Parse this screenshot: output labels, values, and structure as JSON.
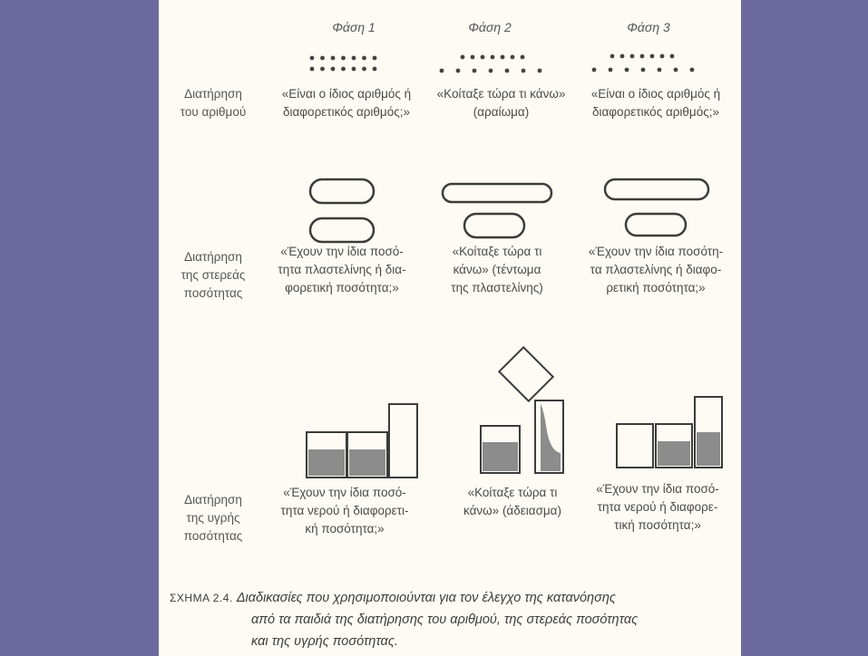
{
  "phases": [
    "Φάση 1",
    "Φάση 2",
    "Φάση 3"
  ],
  "rows": [
    {
      "label": [
        "Διατήρηση",
        "του αριθμού"
      ],
      "phase1": [
        "«Είναι ο ίδιος αριθμός ή",
        "διαφορετικός αριθμός;»"
      ],
      "phase2": [
        "«Κοίταξε τώρα τι κάνω»",
        "(αραίωμα)"
      ],
      "phase3": [
        "«Είναι ο ίδιος αριθμός ή",
        "διαφορετικός αριθμός;»"
      ]
    },
    {
      "label": [
        "Διατήρηση",
        "της στερεάς",
        "ποσότητας"
      ],
      "phase1": [
        "«Έχουν την ίδια ποσό-",
        "τητα πλαστελίνης ή δια-",
        "φορετική ποσότητα;»"
      ],
      "phase2": [
        "«Κοίταξε τώρα τι",
        "κάνω» (τέντωμα",
        "της πλαστελίνης)"
      ],
      "phase3": [
        "«Έχουν την ίδια ποσότη-",
        "τα πλαστελίνης ή διαφο-",
        "ρετική ποσότητα;»"
      ]
    },
    {
      "label": [
        "Διατήρηση",
        "της υγρής",
        "ποσότητας"
      ],
      "phase1": [
        "«Έχουν την ίδια ποσό-",
        "τητα νερού ή διαφορετι-",
        "κή ποσότητα;»"
      ],
      "phase2": [
        "«Κοίταξε τώρα τι",
        "κάνω» (άδειασμα)"
      ],
      "phase3": [
        "«Έχουν την ίδια ποσό-",
        "τητα νερού ή διαφορε-",
        "τική ποσότητα;»"
      ]
    }
  ],
  "caption": {
    "label": "ΣΧΗΜΑ 2.4.",
    "line1": "Διαδικασίες που χρησιμοποιούνται για τον έλεγχο της κατανόησης",
    "line2": "από τα παιδιά της διατήρησης του αριθμού, της στερεάς ποσότητας",
    "line3": "και της υγρής ποσότητας."
  },
  "colors": {
    "background": "#6d6aa0",
    "paper": "#fdfbf4",
    "ink": "#4a4a4a",
    "liquid": "#8c8c8c"
  }
}
